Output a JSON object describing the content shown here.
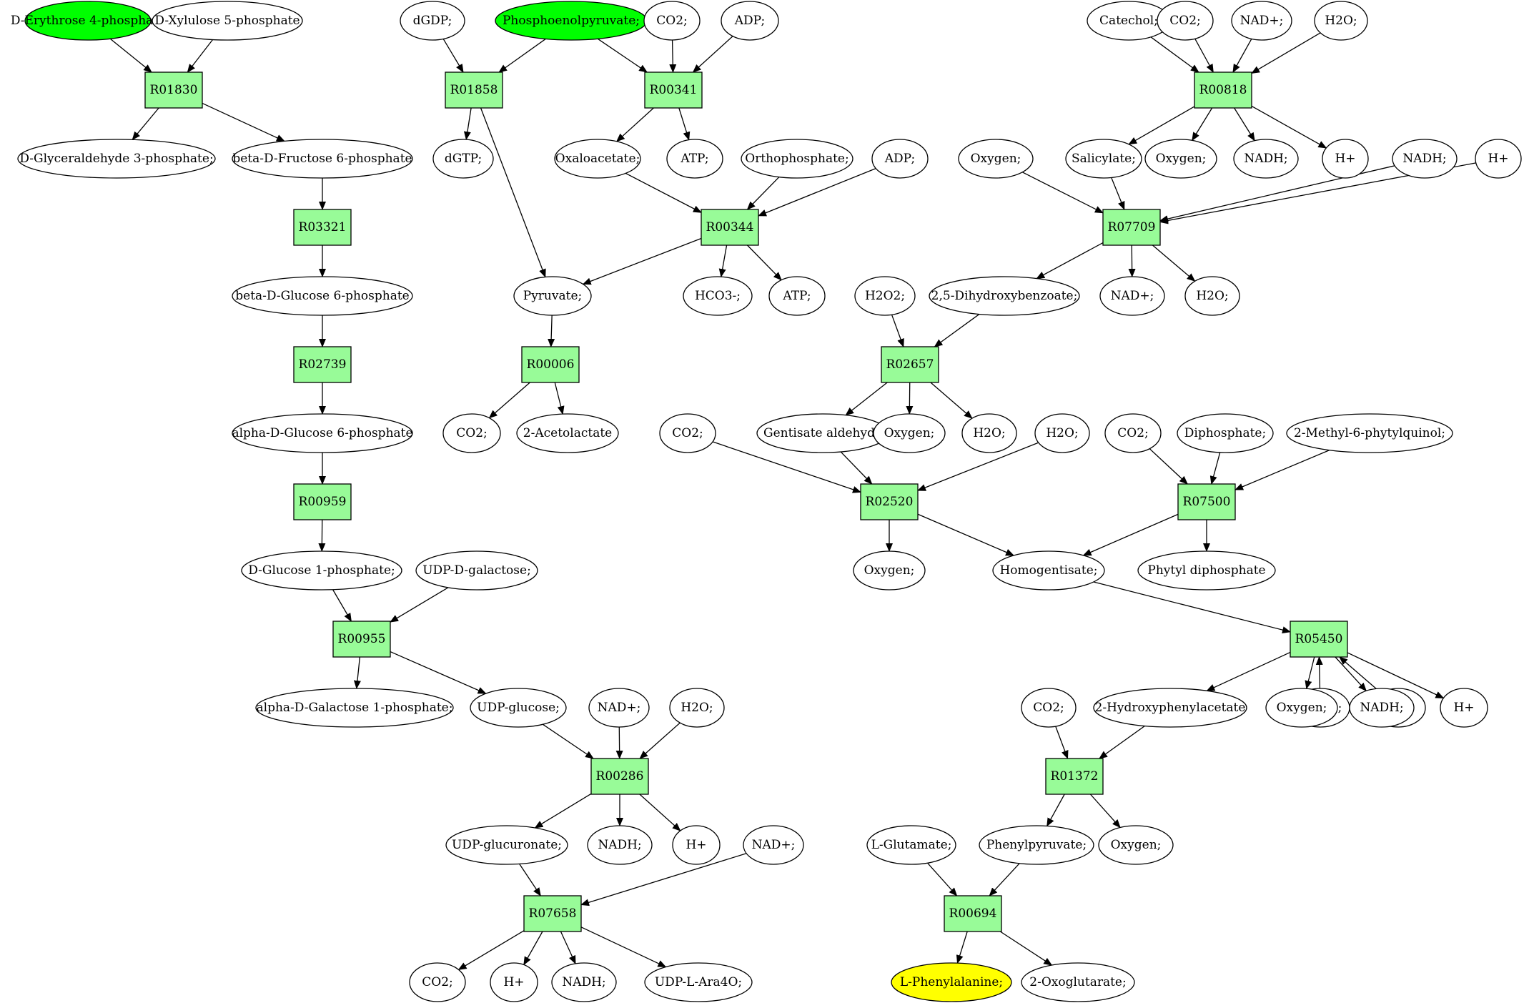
{
  "colors": {
    "background": "#ffffff",
    "reaction_fill": "#98fb98",
    "source_fill": "#00ff00",
    "target_fill": "#ffff00",
    "compound_fill": "#ffffff",
    "stroke": "#000000"
  },
  "compounds": [
    {
      "id": "c1",
      "label": "D-Erythrose 4-phosphate",
      "role": "source"
    },
    {
      "id": "c2",
      "label": "D-Xylulose 5-phosphate",
      "role": "normal"
    },
    {
      "id": "c3",
      "label": "dGDP;",
      "role": "normal"
    },
    {
      "id": "c4",
      "label": "Phosphoenolpyruvate;",
      "role": "source"
    },
    {
      "id": "c5",
      "label": "CO2;",
      "role": "normal"
    },
    {
      "id": "c6",
      "label": "ADP;",
      "role": "normal"
    },
    {
      "id": "c7",
      "label": "Catechol;",
      "role": "normal"
    },
    {
      "id": "c8",
      "label": "CO2;",
      "role": "normal"
    },
    {
      "id": "c9",
      "label": "NAD+;",
      "role": "normal"
    },
    {
      "id": "c10",
      "label": "H2O;",
      "role": "normal"
    },
    {
      "id": "c11",
      "label": "D-Glyceraldehyde 3-phosphate;",
      "role": "normal"
    },
    {
      "id": "c12",
      "label": "beta-D-Fructose 6-phosphate",
      "role": "normal"
    },
    {
      "id": "c13",
      "label": "dGTP;",
      "role": "normal"
    },
    {
      "id": "c14",
      "label": "Oxaloacetate;",
      "role": "normal"
    },
    {
      "id": "c15",
      "label": "ATP;",
      "role": "normal"
    },
    {
      "id": "c16",
      "label": "Orthophosphate;",
      "role": "normal"
    },
    {
      "id": "c17",
      "label": "ADP;",
      "role": "normal"
    },
    {
      "id": "c18",
      "label": "Oxygen;",
      "role": "normal"
    },
    {
      "id": "c19",
      "label": "Salicylate;",
      "role": "normal"
    },
    {
      "id": "c20",
      "label": "Oxygen;",
      "role": "normal"
    },
    {
      "id": "c21",
      "label": "NADH;",
      "role": "normal"
    },
    {
      "id": "c22",
      "label": "H+",
      "role": "normal"
    },
    {
      "id": "c23",
      "label": "NADH;",
      "role": "normal"
    },
    {
      "id": "c24",
      "label": "H+",
      "role": "normal"
    },
    {
      "id": "c25",
      "label": "beta-D-Glucose 6-phosphate",
      "role": "normal"
    },
    {
      "id": "c26",
      "label": "Pyruvate;",
      "role": "normal"
    },
    {
      "id": "c27",
      "label": "HCO3-;",
      "role": "normal"
    },
    {
      "id": "c28",
      "label": "ATP;",
      "role": "normal"
    },
    {
      "id": "c29",
      "label": "H2O2;",
      "role": "normal"
    },
    {
      "id": "c30",
      "label": "2,5-Dihydroxybenzoate;",
      "role": "normal"
    },
    {
      "id": "c31",
      "label": "NAD+;",
      "role": "normal"
    },
    {
      "id": "c32",
      "label": "H2O;",
      "role": "normal"
    },
    {
      "id": "c33",
      "label": "alpha-D-Glucose 6-phosphate",
      "role": "normal"
    },
    {
      "id": "c34",
      "label": "CO2;",
      "role": "normal"
    },
    {
      "id": "c35",
      "label": "2-Acetolactate",
      "role": "normal"
    },
    {
      "id": "c36",
      "label": "CO2;",
      "role": "normal"
    },
    {
      "id": "c37",
      "label": "Gentisate aldehyde",
      "role": "normal"
    },
    {
      "id": "c38",
      "label": "Oxygen;",
      "role": "normal"
    },
    {
      "id": "c39",
      "label": "H2O;",
      "role": "normal"
    },
    {
      "id": "c40",
      "label": "H2O;",
      "role": "normal"
    },
    {
      "id": "c41",
      "label": "CO2;",
      "role": "normal"
    },
    {
      "id": "c42",
      "label": "Diphosphate;",
      "role": "normal"
    },
    {
      "id": "c43",
      "label": "2-Methyl-6-phytylquinol;",
      "role": "normal"
    },
    {
      "id": "c44",
      "label": "D-Glucose 1-phosphate;",
      "role": "normal"
    },
    {
      "id": "c45",
      "label": "UDP-D-galactose;",
      "role": "normal"
    },
    {
      "id": "c46",
      "label": "Oxygen;",
      "role": "normal"
    },
    {
      "id": "c47",
      "label": "Homogentisate;",
      "role": "normal"
    },
    {
      "id": "c48",
      "label": "Phytyl diphosphate",
      "role": "normal"
    },
    {
      "id": "c49",
      "label": "NAD+;",
      "role": "normal"
    },
    {
      "id": "c50",
      "label": "H2O;",
      "role": "normal"
    },
    {
      "id": "c51",
      "label": "alpha-D-Galactose 1-phosphate;",
      "role": "normal"
    },
    {
      "id": "c52",
      "label": "UDP-glucose;",
      "role": "normal"
    },
    {
      "id": "c53",
      "label": "NAD+;",
      "role": "normal"
    },
    {
      "id": "c54",
      "label": "H2O;",
      "role": "normal"
    },
    {
      "id": "c55",
      "label": "CO2;",
      "role": "normal"
    },
    {
      "id": "c56",
      "label": "2-Hydroxyphenylacetate",
      "role": "normal"
    },
    {
      "id": "c57",
      "label": "Oxygen;",
      "role": "normal"
    },
    {
      "id": "c58",
      "label": "NADH;",
      "role": "normal"
    },
    {
      "id": "c59",
      "label": "H+",
      "role": "normal"
    },
    {
      "id": "c60",
      "label": "UDP-glucuronate;",
      "role": "normal"
    },
    {
      "id": "c61",
      "label": "NADH;",
      "role": "normal"
    },
    {
      "id": "c62",
      "label": "H+",
      "role": "normal"
    },
    {
      "id": "c63",
      "label": "NAD+;",
      "role": "normal"
    },
    {
      "id": "c64",
      "label": "L-Glutamate;",
      "role": "normal"
    },
    {
      "id": "c65",
      "label": "Phenylpyruvate;",
      "role": "normal"
    },
    {
      "id": "c66",
      "label": "Oxygen;",
      "role": "normal"
    },
    {
      "id": "c67",
      "label": "CO2;",
      "role": "normal"
    },
    {
      "id": "c68",
      "label": "H+",
      "role": "normal"
    },
    {
      "id": "c69",
      "label": "NADH;",
      "role": "normal"
    },
    {
      "id": "c70",
      "label": "UDP-L-Ara4O;",
      "role": "normal"
    },
    {
      "id": "c71",
      "label": "L-Phenylalanine;",
      "role": "target"
    },
    {
      "id": "c72",
      "label": "2-Oxoglutarate;",
      "role": "normal"
    }
  ],
  "reactions": [
    {
      "id": "r1",
      "label": "R01830"
    },
    {
      "id": "r2",
      "label": "R01858"
    },
    {
      "id": "r3",
      "label": "R00341"
    },
    {
      "id": "r4",
      "label": "R00818"
    },
    {
      "id": "r5",
      "label": "R03321"
    },
    {
      "id": "r6",
      "label": "R00344"
    },
    {
      "id": "r7",
      "label": "R07709"
    },
    {
      "id": "r8",
      "label": "R02739"
    },
    {
      "id": "r9",
      "label": "R00006"
    },
    {
      "id": "r10",
      "label": "R02657"
    },
    {
      "id": "r11",
      "label": "R00959"
    },
    {
      "id": "r12",
      "label": "R02520"
    },
    {
      "id": "r13",
      "label": "R07500"
    },
    {
      "id": "r14",
      "label": "R00955"
    },
    {
      "id": "r15",
      "label": "R05450"
    },
    {
      "id": "r16",
      "label": "R00286"
    },
    {
      "id": "r17",
      "label": "R01372"
    },
    {
      "id": "r18",
      "label": "R07658"
    },
    {
      "id": "r19",
      "label": "R00694"
    }
  ],
  "edges": [
    [
      "c1",
      "r1"
    ],
    [
      "c2",
      "r1"
    ],
    [
      "r1",
      "c11"
    ],
    [
      "r1",
      "c12"
    ],
    [
      "c3",
      "r2"
    ],
    [
      "c4",
      "r2"
    ],
    [
      "r2",
      "c13"
    ],
    [
      "r2",
      "c26"
    ],
    [
      "c4",
      "r3"
    ],
    [
      "c5",
      "r3"
    ],
    [
      "c6",
      "r3"
    ],
    [
      "r3",
      "c14"
    ],
    [
      "r3",
      "c15"
    ],
    [
      "c7",
      "r4"
    ],
    [
      "c8",
      "r4"
    ],
    [
      "c9",
      "r4"
    ],
    [
      "c10",
      "r4"
    ],
    [
      "r4",
      "c19"
    ],
    [
      "r4",
      "c20"
    ],
    [
      "r4",
      "c21"
    ],
    [
      "r4",
      "c22"
    ],
    [
      "c12",
      "r5"
    ],
    [
      "r5",
      "c25"
    ],
    [
      "c14",
      "r6"
    ],
    [
      "c16",
      "r6"
    ],
    [
      "c17",
      "r6"
    ],
    [
      "r6",
      "c26"
    ],
    [
      "r6",
      "c27"
    ],
    [
      "r6",
      "c28"
    ],
    [
      "c18",
      "r7"
    ],
    [
      "c19",
      "r7"
    ],
    [
      "c23",
      "r7"
    ],
    [
      "c24",
      "r7"
    ],
    [
      "r7",
      "c30"
    ],
    [
      "r7",
      "c31"
    ],
    [
      "r7",
      "c32"
    ],
    [
      "c25",
      "r8"
    ],
    [
      "r8",
      "c33"
    ],
    [
      "c26",
      "r9"
    ],
    [
      "r9",
      "c34"
    ],
    [
      "r9",
      "c35"
    ],
    [
      "c29",
      "r10"
    ],
    [
      "c30",
      "r10"
    ],
    [
      "r10",
      "c37"
    ],
    [
      "r10",
      "c38"
    ],
    [
      "r10",
      "c39"
    ],
    [
      "c33",
      "r11"
    ],
    [
      "r11",
      "c44"
    ],
    [
      "c36",
      "r12"
    ],
    [
      "c37",
      "r12"
    ],
    [
      "c40",
      "r12"
    ],
    [
      "r12",
      "c46"
    ],
    [
      "r12",
      "c47"
    ],
    [
      "c41",
      "r13"
    ],
    [
      "c42",
      "r13"
    ],
    [
      "c43",
      "r13"
    ],
    [
      "r13",
      "c47"
    ],
    [
      "r13",
      "c48"
    ],
    [
      "c44",
      "r14"
    ],
    [
      "c45",
      "r14"
    ],
    [
      "r14",
      "c51"
    ],
    [
      "r14",
      "c52"
    ],
    [
      "c47",
      "r15"
    ],
    [
      "c49",
      "r15"
    ],
    [
      "c50",
      "r15"
    ],
    [
      "r15",
      "c56"
    ],
    [
      "r15",
      "c57"
    ],
    [
      "r15",
      "c58"
    ],
    [
      "r15",
      "c59"
    ],
    [
      "c52",
      "r16"
    ],
    [
      "c53",
      "r16"
    ],
    [
      "c54",
      "r16"
    ],
    [
      "r16",
      "c60"
    ],
    [
      "r16",
      "c61"
    ],
    [
      "r16",
      "c62"
    ],
    [
      "c55",
      "r17"
    ],
    [
      "c56",
      "r17"
    ],
    [
      "r17",
      "c65"
    ],
    [
      "r17",
      "c66"
    ],
    [
      "c60",
      "r18"
    ],
    [
      "c63",
      "r18"
    ],
    [
      "r18",
      "c67"
    ],
    [
      "r18",
      "c68"
    ],
    [
      "r18",
      "c69"
    ],
    [
      "r18",
      "c70"
    ],
    [
      "c64",
      "r19"
    ],
    [
      "c65",
      "r19"
    ],
    [
      "r19",
      "c71"
    ],
    [
      "r19",
      "c72"
    ]
  ]
}
